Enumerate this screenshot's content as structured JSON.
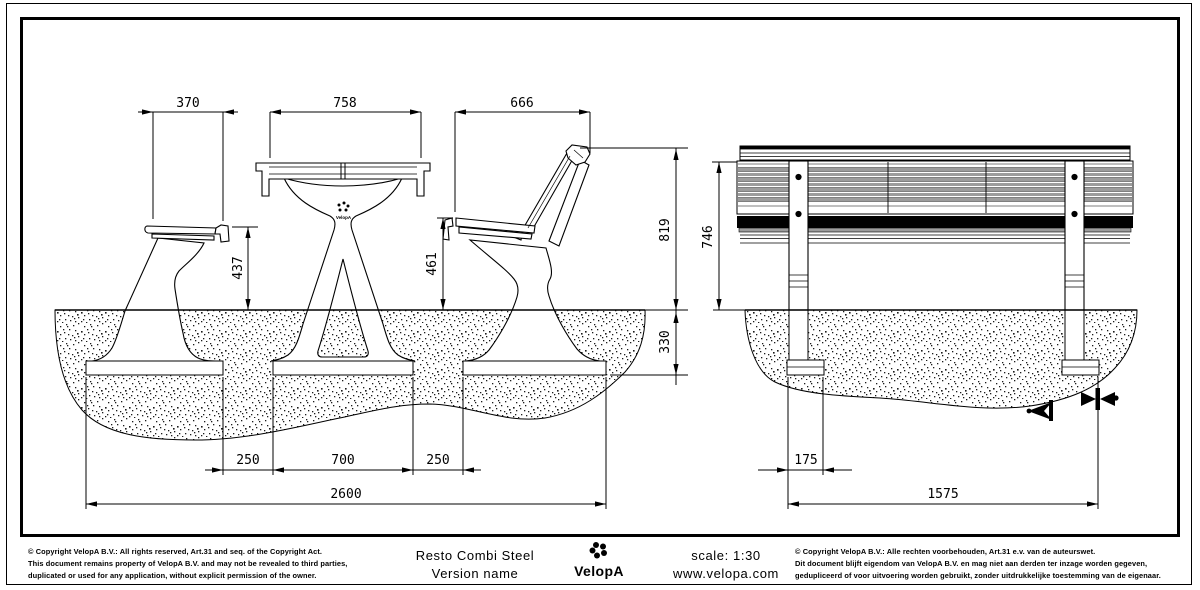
{
  "title_block": {
    "copyright_left": {
      "line1": "© Copyright VelopA B.V.: All rights reserved, Art.31 and seq. of the Copyright Act.",
      "line2": "This document remains property of VelopA B.V. and may not be revealed to third parties,",
      "line3": "duplicated or used for any application, without explicit permission of the owner."
    },
    "product": {
      "name": "Resto Combi Steel",
      "version": "Version name"
    },
    "brand": {
      "name": "VelopA"
    },
    "info": {
      "scale": "scale: 1:30",
      "website": "www.velopa.com"
    },
    "copyright_right": {
      "line1": "© Copyright VelopA B.V.: Alle rechten voorbehouden, Art.31 e.v. van de auteurswet.",
      "line2": "Dit document blijft eigendom van VelopA B.V. en mag niet aan derden ter inzage worden gegeven,",
      "line3": "gedupliceerd of voor uitvoering worden gebruikt, zonder uitdrukkelijke toestemming van de eigenaar."
    }
  },
  "drawing": {
    "side_view": {
      "dims": {
        "bench_width": "370",
        "table_top_width": "758",
        "seat_back_width": "666",
        "bench_seat_height": "437",
        "chair_seat_height": "461",
        "backrest_height": "819",
        "foundation_depth": "330",
        "gap_left": "250",
        "table_foundation_width": "700",
        "gap_right": "250",
        "overall_length": "2600"
      },
      "pedestal_brand": "VelopA"
    },
    "end_view": {
      "dims": {
        "table_height": "746",
        "foundation_plate_width": "175",
        "overall_width": "1575"
      }
    }
  }
}
